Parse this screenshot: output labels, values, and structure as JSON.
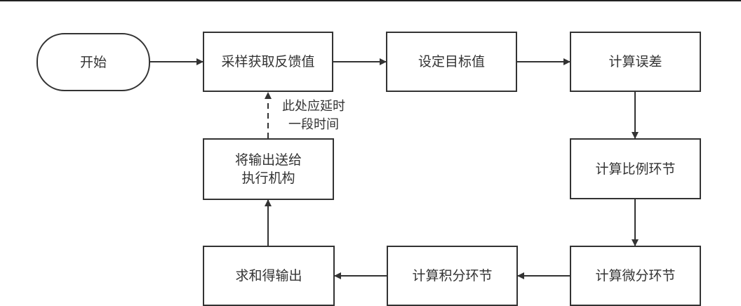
{
  "nodes": {
    "start": "开始",
    "sample": "采样获取反馈值",
    "set_target": "设定目标值",
    "calc_error": "计算误差",
    "calc_p": "计算比例环节",
    "calc_d": "计算微分环节",
    "calc_i": "计算积分环节",
    "sum_output": "求和得输出",
    "send_line1": "将输出送给",
    "send_line2": "执行机构"
  },
  "note": {
    "line1": "此处应延时",
    "line2": "一段时间"
  }
}
